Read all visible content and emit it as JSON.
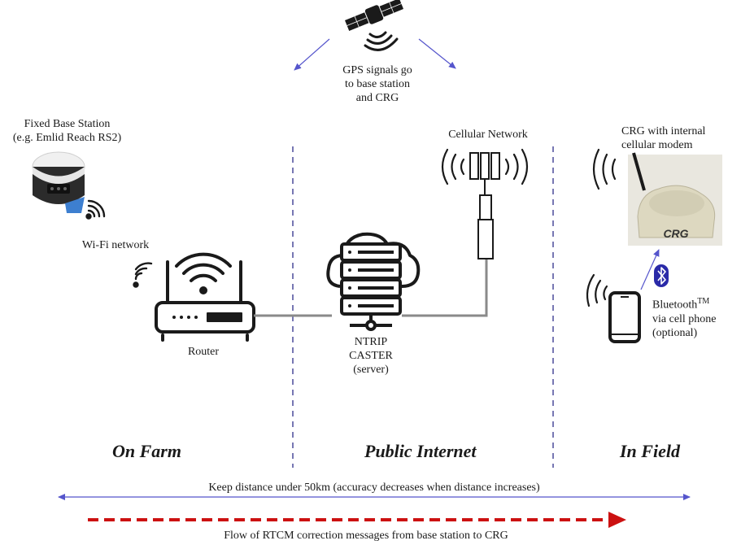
{
  "labels": {
    "gps_signals": [
      "GPS signals go",
      "to base station",
      "and CRG"
    ],
    "base_station": [
      "Fixed Base Station",
      "(e.g. Emlid Reach RS2)"
    ],
    "wifi_network": "Wi-Fi network",
    "router": "Router",
    "cellular_network": "Cellular Network",
    "crg_modem": [
      "CRG with internal",
      "cellular modem"
    ],
    "crg_device_text": "CRG",
    "caster": [
      "NTRIP",
      "CASTER",
      "(server)"
    ],
    "bluetooth": {
      "main": "Bluetooth",
      "superscript": "TM",
      "lines": [
        "via cell phone",
        "(optional)"
      ]
    }
  },
  "regions": [
    "On Farm",
    "Public Internet",
    "In Field"
  ],
  "distance_note": "Keep distance under 50km (accuracy decreases when distance increases)",
  "flow_note": "Flow of RTCM correction messages from base station to CRG",
  "colors": {
    "divider": "#4a4a9a",
    "arrow_blue": "#5555cc",
    "flow_red": "#cc1111",
    "bluetooth": "#2a2aa8",
    "connector": "#8a8a8a",
    "crg_body": "#ddd8c0"
  },
  "icons": [
    "satellite-icon",
    "router-icon",
    "server-cloud-icon",
    "cell-tower-icon",
    "smartphone-icon",
    "bluetooth-icon",
    "wifi-icon"
  ]
}
